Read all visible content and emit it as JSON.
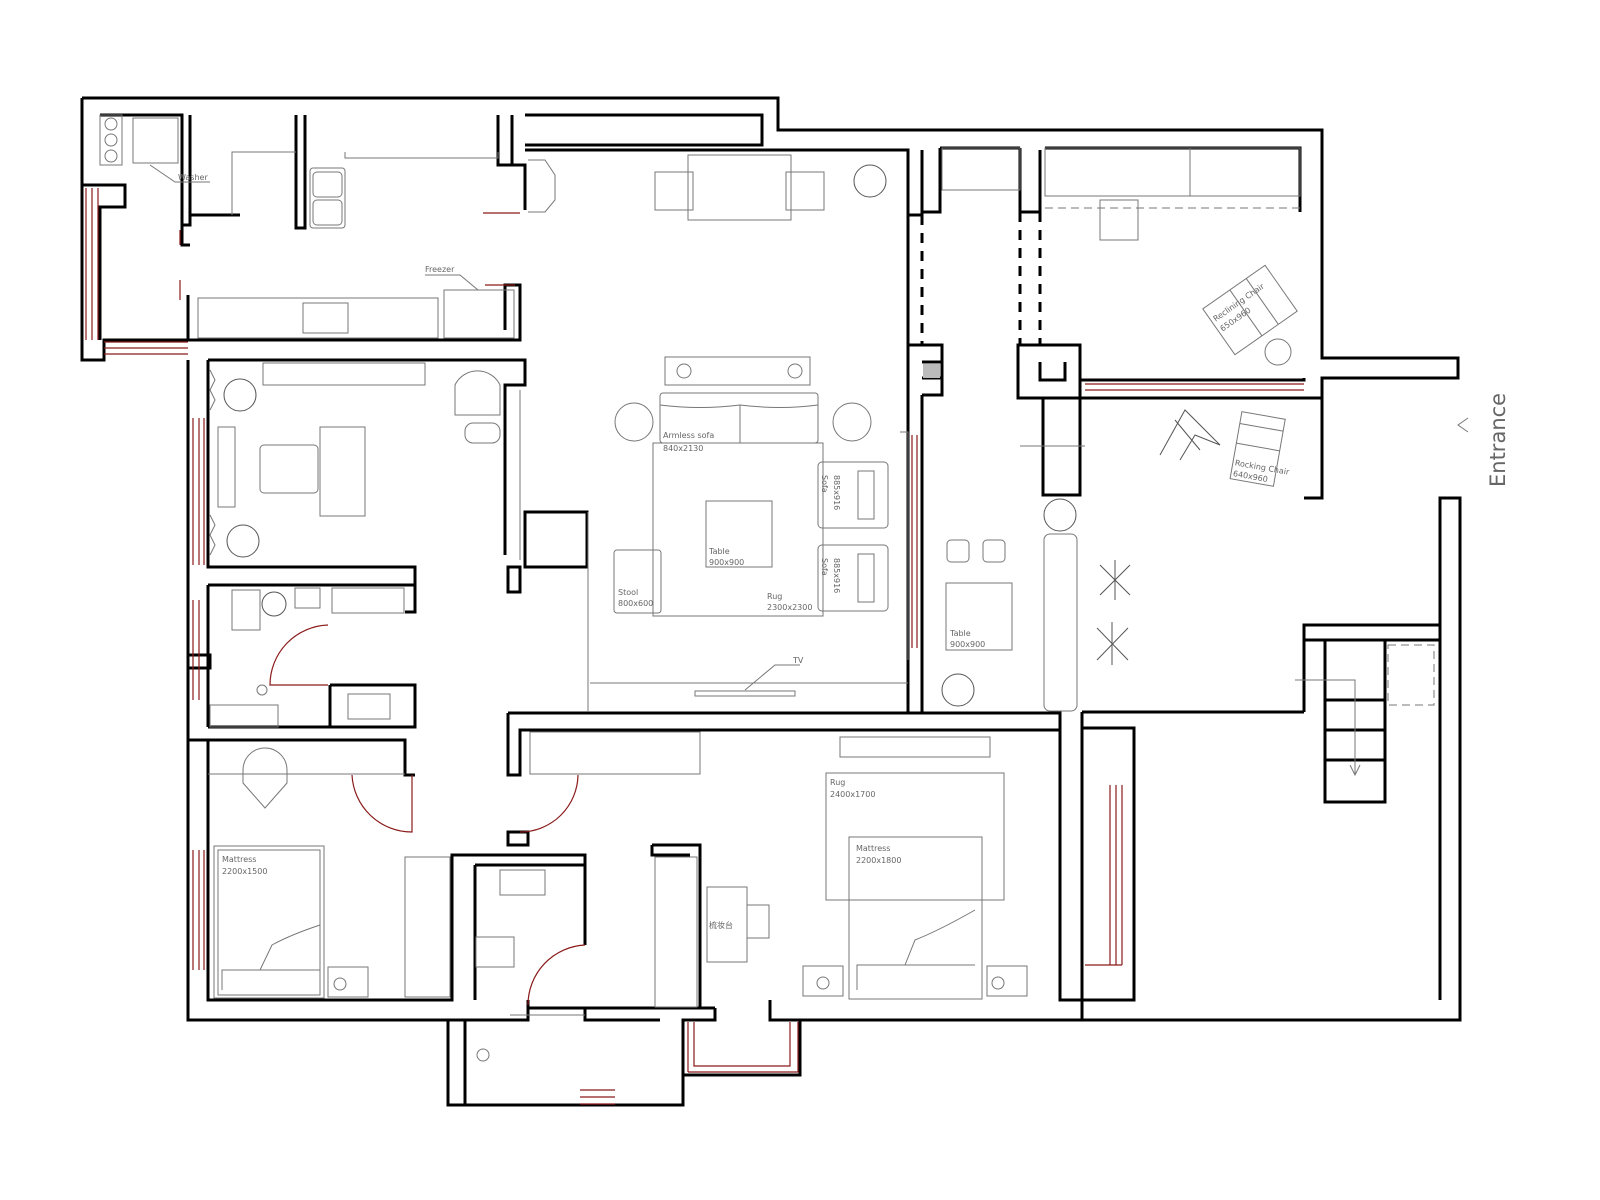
{
  "plan": {
    "entrance_label": "Entrance",
    "kitchen": {
      "washer": "Washer",
      "freezer": "Freezer"
    },
    "living": {
      "armless_sofa": {
        "name": "Armless sofa",
        "size": "840x2130"
      },
      "sofa_1": {
        "name": "Sofa",
        "size": "885x916"
      },
      "sofa_2": {
        "name": "Sofa",
        "size": "885x916"
      },
      "table": {
        "name": "Table",
        "size": "900x900"
      },
      "stool": {
        "name": "Stool",
        "size": "800x600"
      },
      "rug": {
        "name": "Rug",
        "size": "2300x2300"
      },
      "tv": "TV"
    },
    "dining": {
      "table": {
        "name": "Table",
        "size": "900x900"
      }
    },
    "lounge": {
      "reclining_chair": {
        "name": "Reclining Chair",
        "size": "650x960"
      },
      "rocking_chair": {
        "name": "Rocking Chair",
        "size": "640x960"
      }
    },
    "bedroom_1": {
      "mattress": {
        "name": "Mattress",
        "size": "2200x1500"
      }
    },
    "bedroom_2": {
      "mattress": {
        "name": "Mattress",
        "size": "2200x1800"
      },
      "rug": {
        "name": "Rug",
        "size": "2400x1700"
      },
      "dresser": "梳妆台"
    }
  },
  "colors": {
    "wall": "#000000",
    "furniture": "#777777",
    "door_window": "#8b1a1a"
  }
}
